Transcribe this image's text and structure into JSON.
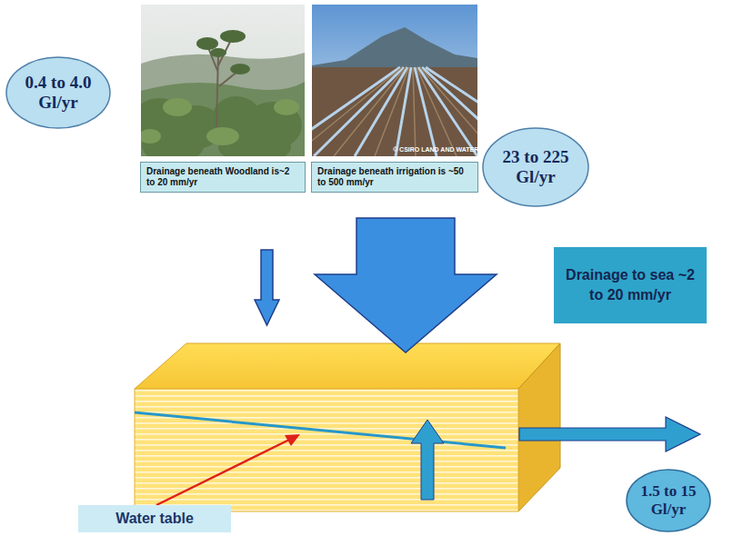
{
  "diagram": {
    "nodes": [
      {
        "text": [
          "0.4 to 4.0 Gl/yr"
        ]
      },
      {
        "text": [
          "Drainage beneath Woodland is~2 to 20 mm/yr"
        ]
      },
      {
        "text": [
          "Drainage beneath irrigation is ~50 to 500 mm/yr"
        ]
      },
      {
        "text": [
          "23 to 225 Gl/yr"
        ]
      },
      {
        "text": [
          "Drainage to sea ~2 to 20 mm/yr"
        ]
      },
      {
        "text": [
          "Water table"
        ]
      },
      {
        "text": [
          "1.5 to 15 Gl/yr"
        ]
      }
    ],
    "labels": [
      "© CSIRO LAND AND WATER"
    ]
  }
}
